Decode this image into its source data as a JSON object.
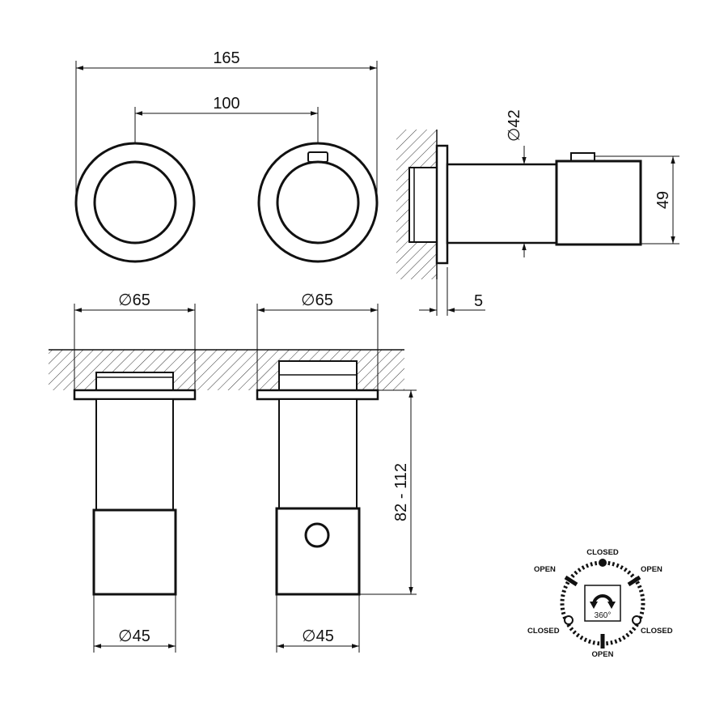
{
  "dimensions": {
    "overall_width": "165",
    "center_distance": "100",
    "rosette_diameter_left": "65",
    "rosette_diameter_right": "65",
    "body_diameter_left": "45",
    "body_diameter_right": "45",
    "side_diameter": "42",
    "side_height": "49",
    "side_offset": "5",
    "projection_range": "82 - 112",
    "diameter_symbol": "∅"
  },
  "rotation_dial": {
    "top": "CLOSED",
    "top_left": "OPEN",
    "top_right": "OPEN",
    "bottom_left": "CLOSED",
    "bottom_right": "CLOSED",
    "bottom": "OPEN",
    "angle": "360°"
  },
  "colors": {
    "line": "#111111",
    "background": "#ffffff"
  },
  "icons": [
    "rotation-arrow-icon"
  ]
}
